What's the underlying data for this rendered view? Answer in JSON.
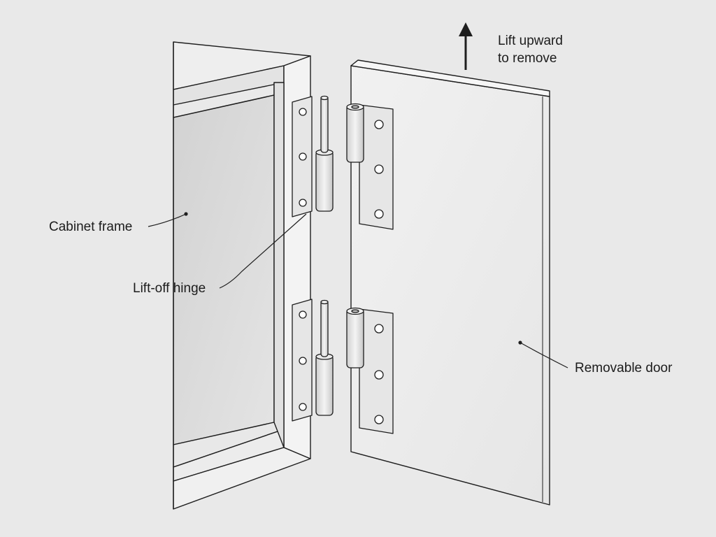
{
  "labels": {
    "lift_line1": "Lift upward",
    "lift_line2": "to remove",
    "cabinet_frame": "Cabinet frame",
    "lift_off_hinge": "Lift-off hinge",
    "removable_door": "Removable door"
  },
  "icons": {
    "lift_arrow": "arrow-up-icon"
  },
  "colors": {
    "background": "#e9e9e9",
    "line": "#1e1e1e",
    "surface_light": "#f2f2f2",
    "cabinet_interior": "#dcdcdc",
    "hinge_metal": "#e4e4e4"
  }
}
